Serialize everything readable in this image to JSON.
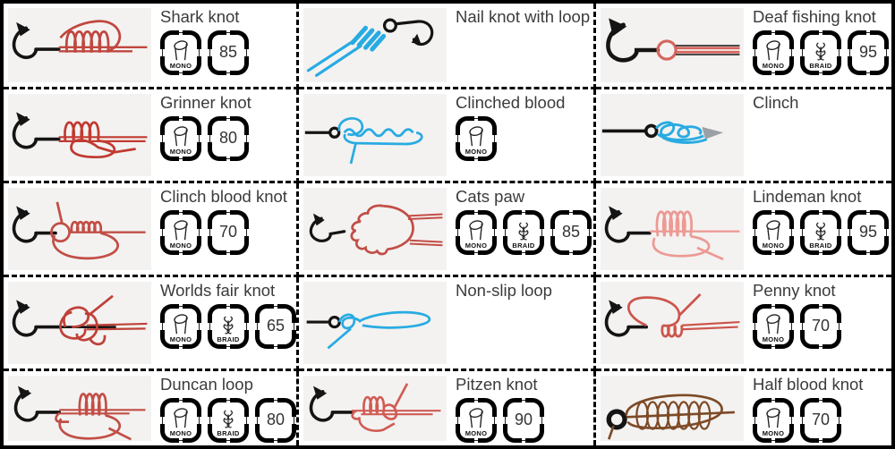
{
  "table": {
    "badge_labels": {
      "mono": "MONO",
      "braid": "BRAID"
    },
    "cells": [
      {
        "name": "Shark knot",
        "mono": true,
        "braid": false,
        "strength": "85",
        "knot": "shark",
        "color": "#c0473f"
      },
      {
        "name": "Nail knot with loop",
        "mono": false,
        "braid": false,
        "strength": "",
        "knot": "nail",
        "color": "#29abe2"
      },
      {
        "name": "Deaf fishing knot",
        "mono": true,
        "braid": true,
        "strength": "95",
        "knot": "deaf",
        "color": "#d6655e"
      },
      {
        "name": "Grinner knot",
        "mono": true,
        "braid": false,
        "strength": "80",
        "knot": "grinner",
        "color": "#c13a31"
      },
      {
        "name": "Clinched blood",
        "mono": true,
        "braid": false,
        "strength": "",
        "knot": "clinched_blood",
        "color": "#29abe2"
      },
      {
        "name": "Clinch",
        "mono": false,
        "braid": false,
        "strength": "",
        "knot": "clinch",
        "color": "#29abe2"
      },
      {
        "name": "Clinch blood knot",
        "mono": true,
        "braid": false,
        "strength": "70",
        "knot": "clinch_blood",
        "color": "#c24e46"
      },
      {
        "name": "Cats paw",
        "mono": true,
        "braid": true,
        "strength": "85",
        "knot": "cats_paw",
        "color": "#c24e46"
      },
      {
        "name": "Lindeman knot",
        "mono": true,
        "braid": true,
        "strength": "95",
        "knot": "lindeman",
        "color": "#ec9a94"
      },
      {
        "name": "Worlds fair knot",
        "mono": true,
        "braid": true,
        "strength": "65",
        "knot": "worlds_fair",
        "color": "#bf4138"
      },
      {
        "name": "Non-slip loop",
        "mono": false,
        "braid": false,
        "strength": "",
        "knot": "non_slip",
        "color": "#29abe2"
      },
      {
        "name": "Penny knot",
        "mono": true,
        "braid": false,
        "strength": "70",
        "knot": "penny",
        "color": "#cc554c"
      },
      {
        "name": "Duncan loop",
        "mono": true,
        "braid": true,
        "strength": "80",
        "knot": "duncan",
        "color": "#c24e46"
      },
      {
        "name": "Pitzen knot",
        "mono": true,
        "braid": false,
        "strength": "90",
        "knot": "pitzen",
        "color": "#d05c54"
      },
      {
        "name": "Half blood knot",
        "mono": true,
        "braid": false,
        "strength": "70",
        "knot": "half_blood",
        "color": "#7d4a26"
      }
    ],
    "colors": {
      "line_blue": "#29abe2",
      "line_red": "#c24e46",
      "line_brown": "#7d4a26",
      "hook_black": "#141414",
      "grid_border": "#000000",
      "name_text": "#3b3b3b"
    }
  }
}
